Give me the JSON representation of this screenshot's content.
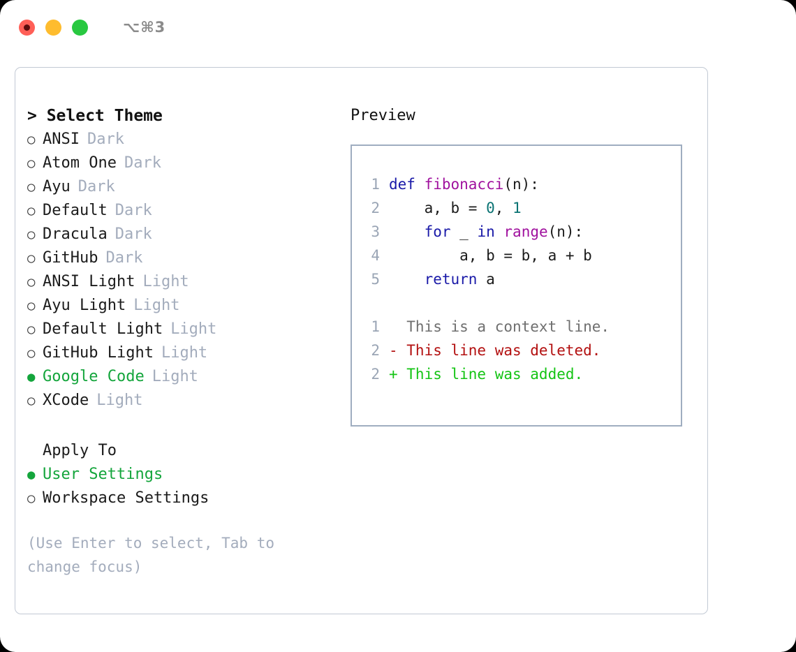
{
  "titlebar": {
    "shortcut": "⌥⌘3",
    "lights": [
      {
        "name": "close",
        "color": "#ff5f57"
      },
      {
        "name": "minimize",
        "color": "#febc2e"
      },
      {
        "name": "zoom",
        "color": "#28c840"
      }
    ]
  },
  "left": {
    "heading": "> Select Theme",
    "selected_color": "#14a53c",
    "badge_color": "#a3acbc",
    "themes": [
      {
        "bullet": "○",
        "name": "ANSI",
        "badge": "Dark",
        "selected": false
      },
      {
        "bullet": "○",
        "name": "Atom One",
        "badge": "Dark",
        "selected": false
      },
      {
        "bullet": "○",
        "name": "Ayu",
        "badge": "Dark",
        "selected": false
      },
      {
        "bullet": "○",
        "name": "Default",
        "badge": "Dark",
        "selected": false
      },
      {
        "bullet": "○",
        "name": "Dracula",
        "badge": "Dark",
        "selected": false
      },
      {
        "bullet": "○",
        "name": "GitHub",
        "badge": "Dark",
        "selected": false
      },
      {
        "bullet": "○",
        "name": "ANSI Light",
        "badge": "Light",
        "selected": false
      },
      {
        "bullet": "○",
        "name": "Ayu Light",
        "badge": "Light",
        "selected": false
      },
      {
        "bullet": "○",
        "name": "Default Light",
        "badge": "Light",
        "selected": false
      },
      {
        "bullet": "○",
        "name": "GitHub Light",
        "badge": "Light",
        "selected": false
      },
      {
        "bullet": "●",
        "name": "Google Code",
        "badge": "Light",
        "selected": true
      },
      {
        "bullet": "○",
        "name": "XCode",
        "badge": "Light",
        "selected": false
      }
    ],
    "apply_to": {
      "heading": "Apply To",
      "options": [
        {
          "bullet": "●",
          "name": "User Settings",
          "selected": true
        },
        {
          "bullet": "○",
          "name": "Workspace Settings",
          "selected": false
        }
      ]
    },
    "hint": "(Use Enter to select, Tab to change focus)"
  },
  "right": {
    "title": "Preview",
    "code": [
      {
        "lnum": "1",
        "tokens": [
          {
            "t": "def ",
            "c": "kw"
          },
          {
            "t": "fibonacci",
            "c": "fn"
          },
          {
            "t": "(n):",
            "c": "plain"
          }
        ]
      },
      {
        "lnum": "2",
        "tokens": [
          {
            "t": "    a, b = ",
            "c": "plain"
          },
          {
            "t": "0",
            "c": "num"
          },
          {
            "t": ", ",
            "c": "plain"
          },
          {
            "t": "1",
            "c": "num"
          }
        ]
      },
      {
        "lnum": "3",
        "tokens": [
          {
            "t": "    ",
            "c": "plain"
          },
          {
            "t": "for",
            "c": "kw"
          },
          {
            "t": " _ ",
            "c": "plain"
          },
          {
            "t": "in",
            "c": "kw"
          },
          {
            "t": " ",
            "c": "plain"
          },
          {
            "t": "range",
            "c": "fn"
          },
          {
            "t": "(n):",
            "c": "plain"
          }
        ]
      },
      {
        "lnum": "4",
        "tokens": [
          {
            "t": "        a, b = b, a + b",
            "c": "plain"
          }
        ]
      },
      {
        "lnum": "5",
        "tokens": [
          {
            "t": "    ",
            "c": "plain"
          },
          {
            "t": "return",
            "c": "kw"
          },
          {
            "t": " a",
            "c": "plain"
          }
        ]
      }
    ],
    "diff": [
      {
        "lnum": "1",
        "tokens": [
          {
            "t": "  This is a context line.",
            "c": "ctx"
          }
        ]
      },
      {
        "lnum": "2",
        "tokens": [
          {
            "t": "- This line was deleted.",
            "c": "del"
          }
        ]
      },
      {
        "lnum": "2",
        "tokens": [
          {
            "t": "+ This line was added.",
            "c": "add"
          }
        ]
      }
    ],
    "syntax_colors": {
      "keyword": "#1a1aa8",
      "function": "#a0119e",
      "number": "#0a7373",
      "plain": "#1b1b1b",
      "context": "#6f6f6f",
      "deleted": "#b31010",
      "added": "#14c414",
      "linenumber": "#9aa5b5"
    }
  }
}
